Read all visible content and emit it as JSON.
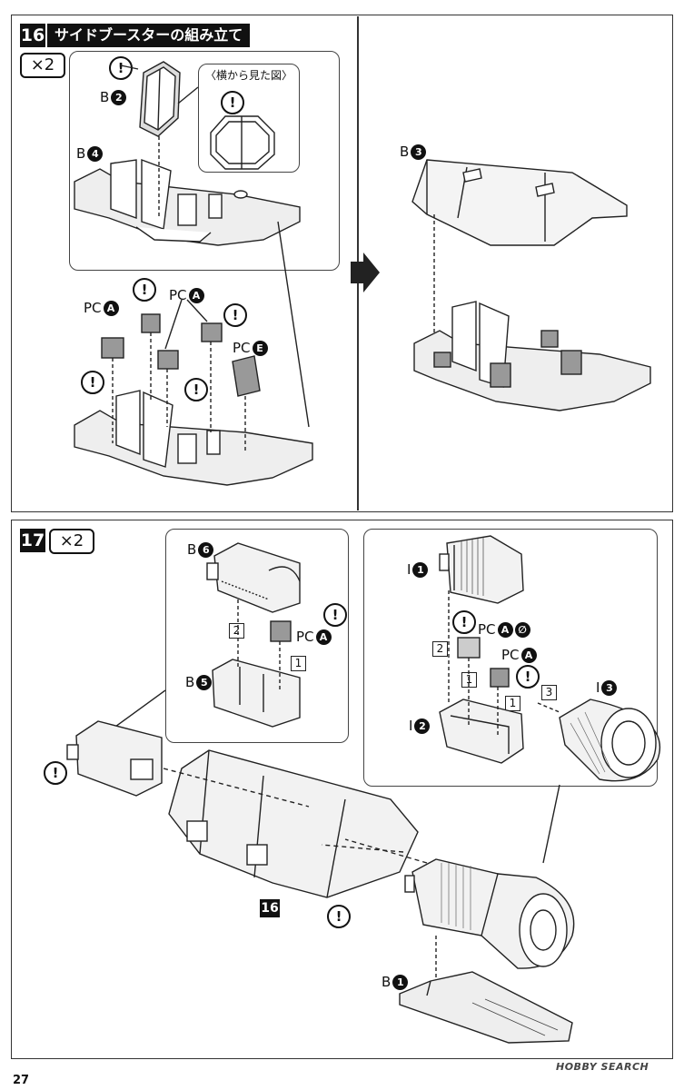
{
  "step16": {
    "number": "16",
    "title": "サイドブースターの組み立て",
    "quantity": "×2",
    "side_view_label": "〈横から見た図〉",
    "parts": {
      "b2": {
        "prefix": "B",
        "num": "2"
      },
      "b4": {
        "prefix": "B",
        "num": "4"
      },
      "b3": {
        "prefix": "B",
        "num": "3"
      },
      "pca1": {
        "prefix": "PC",
        "num": "A"
      },
      "pca2": {
        "prefix": "PC",
        "num": "A"
      },
      "pce": {
        "prefix": "PC",
        "num": "E"
      }
    }
  },
  "step17": {
    "number": "17",
    "quantity": "×2",
    "ref_step": "16",
    "parts": {
      "b6": {
        "prefix": "B",
        "num": "6"
      },
      "b5": {
        "prefix": "B",
        "num": "5"
      },
      "pca_left": {
        "prefix": "PC",
        "num": "A"
      },
      "i1": {
        "prefix": "I",
        "num": "1"
      },
      "i2": {
        "prefix": "I",
        "num": "2"
      },
      "i3": {
        "prefix": "I",
        "num": "3"
      },
      "pca_slash": {
        "prefix": "PC",
        "num": "A",
        "extra": "∅"
      },
      "pca_right": {
        "prefix": "PC",
        "num": "A"
      },
      "b1": {
        "prefix": "B",
        "num": "1"
      }
    },
    "order_marks": [
      "2",
      "1",
      "2",
      "1",
      "1",
      "3"
    ]
  },
  "warning_symbol": "!",
  "page_number": "27",
  "watermark": "HOBBY SEARCH"
}
